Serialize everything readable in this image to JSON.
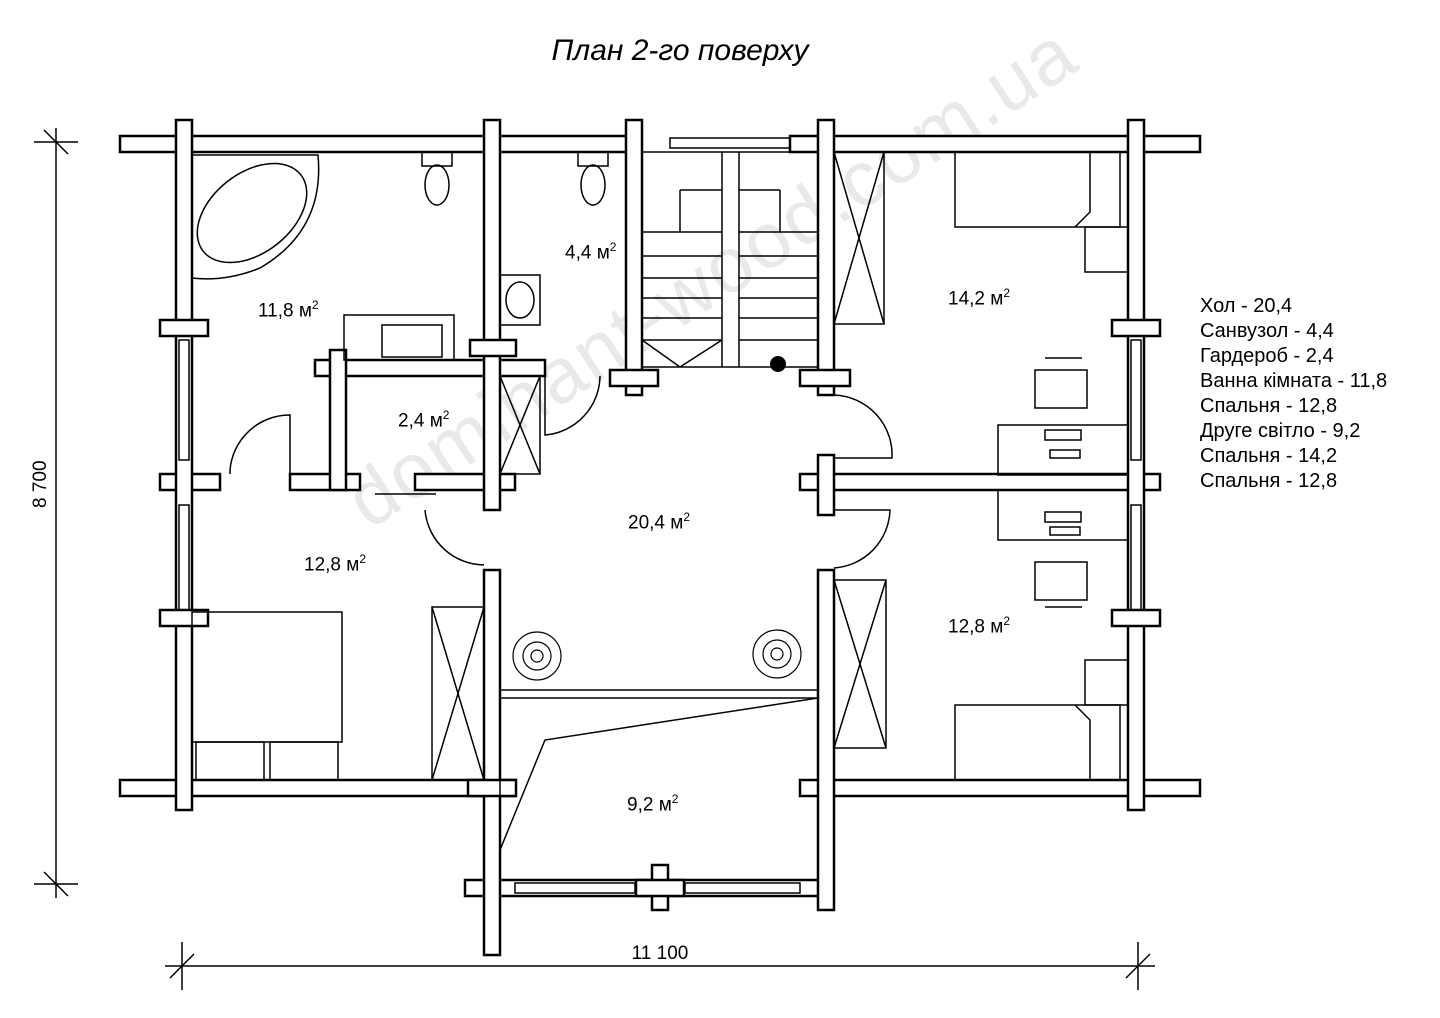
{
  "title": "План 2-го поверху",
  "watermark": "dominant-wood.com.ua",
  "legend": [
    "Хол - 20,4",
    "Санвузол - 4,4",
    "Гардероб - 2,4",
    "Ванна кімната - 11,8",
    "Спальня - 12,8",
    "Друге світло - 9,2",
    "Спальня - 14,2",
    "Спальня - 12,8"
  ],
  "rooms": {
    "bathroom_big": "11,8 м",
    "wc": "4,4 м",
    "wardrobe": "2,4 м",
    "hall": "20,4 м",
    "bedroom_left": "12,8 м",
    "bedroom_top_right": "14,2 м",
    "bedroom_bottom_right": "12,8 м",
    "second_light": "9,2 м",
    "sup": "2"
  },
  "dimensions": {
    "width": "11 100",
    "height": "8 700"
  },
  "colors": {
    "lines": "#000000",
    "background": "#ffffff",
    "watermark": "#e9e9e9"
  }
}
